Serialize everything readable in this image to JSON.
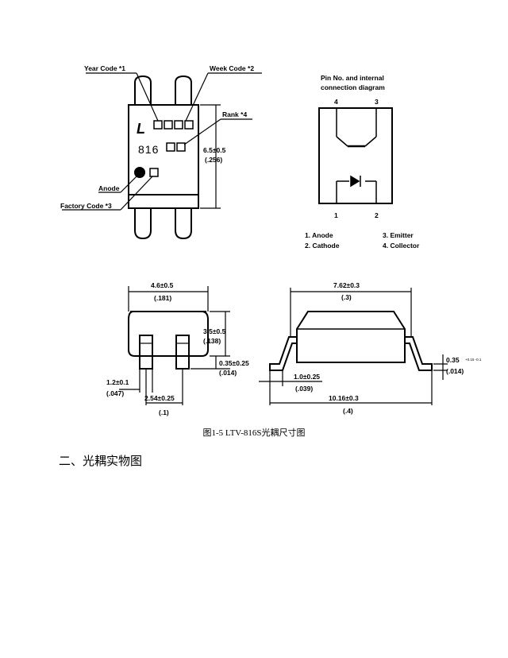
{
  "top_view": {
    "year_code": "Year Code *1",
    "week_code": "Week Code *2",
    "rank": "Rank *4",
    "anode": "Anode",
    "factory_code": "Factory Code *3",
    "mark_letter": "L",
    "mark_number": "816",
    "height_mm": "6.5±0.5",
    "height_in": "(.256)"
  },
  "pin_diagram": {
    "title_line1": "Pin No. and internal",
    "title_line2": "connection diagram",
    "pin4": "4",
    "pin3": "3",
    "pin1": "1",
    "pin2": "2",
    "legend_1": "1. Anode",
    "legend_2": "2. Cathode",
    "legend_3": "3. Emitter",
    "legend_4": "4. Collector"
  },
  "end_view": {
    "width_mm": "4.6±0.5",
    "width_in": "(.181)",
    "height_mm": "3.5±0.5",
    "height_in": "(.138)",
    "standoff_mm": "0.35±0.25",
    "standoff_in": "(.014)",
    "lead_mm": "1.2±0.1",
    "lead_in": "(.047)",
    "pitch_mm": "2.54±0.25",
    "pitch_in": "(.1)"
  },
  "side_view": {
    "body_mm": "7.62±0.3",
    "body_in": "(.3)",
    "lead_len_mm": "1.0±0.25",
    "lead_len_in": "(.039)",
    "overall_mm": "10.16±0.3",
    "overall_in": "(.4)",
    "thick_mm": "0.35",
    "thick_tol": "+0.15 -0.1",
    "thick_in": "(.014)"
  },
  "caption": "图1-5    LTV-816S光耦尺寸图",
  "section_heading": "二、光耦实物图"
}
